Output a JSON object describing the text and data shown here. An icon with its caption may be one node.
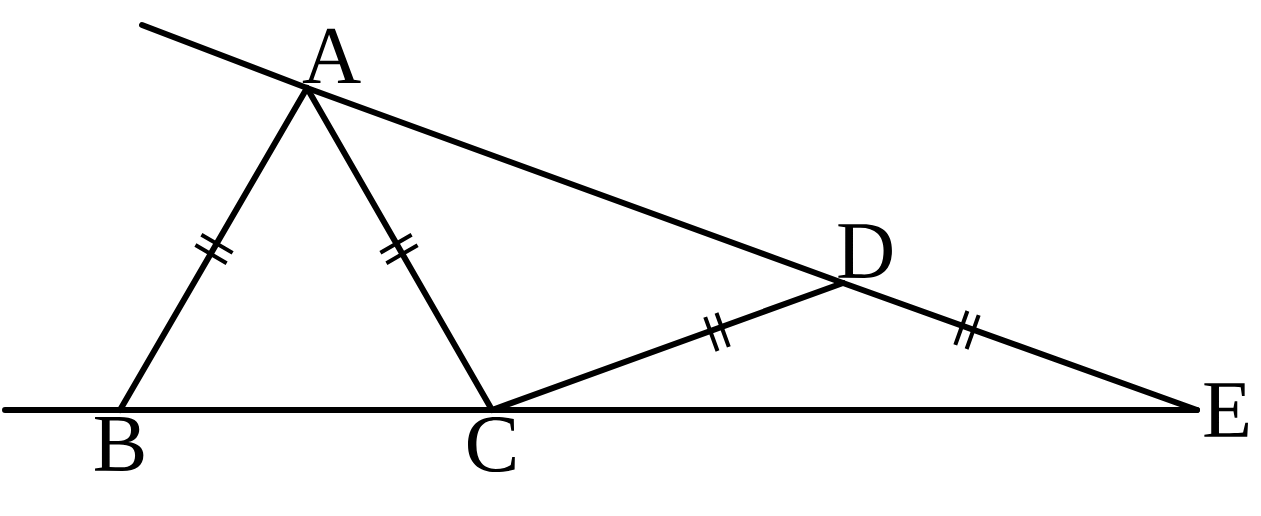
{
  "diagram": {
    "nodes": [
      {
        "text": [
          "A"
        ]
      },
      {
        "text": [
          "B"
        ]
      },
      {
        "text": [
          "C"
        ]
      },
      {
        "text": [
          "D"
        ]
      },
      {
        "text": [
          "E"
        ]
      }
    ],
    "edges": [
      {
        "from": null,
        "to": 0,
        "arrow": "none"
      },
      {
        "from": 0,
        "to": 3,
        "arrow": "none"
      },
      {
        "from": 3,
        "to": 4,
        "arrow": "none"
      },
      {
        "from": null,
        "to": 1,
        "arrow": "none"
      },
      {
        "from": 1,
        "to": 2,
        "arrow": "none"
      },
      {
        "from": 2,
        "to": 4,
        "arrow": "none"
      },
      {
        "from": 1,
        "to": 0,
        "arrow": "none"
      },
      {
        "from": 0,
        "to": 2,
        "arrow": "none"
      },
      {
        "from": 2,
        "to": 3,
        "arrow": "none"
      }
    ]
  }
}
